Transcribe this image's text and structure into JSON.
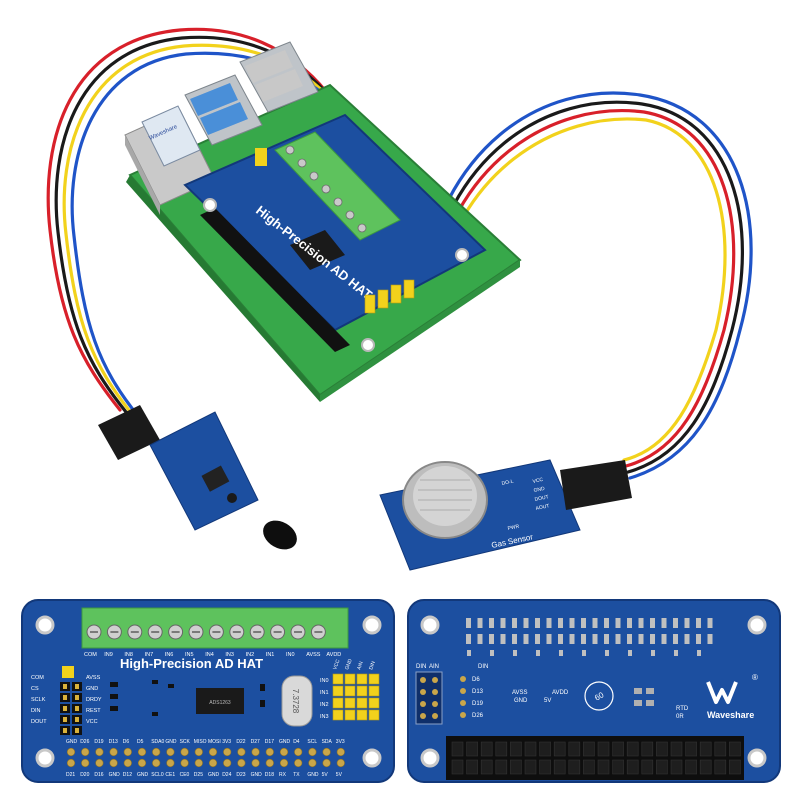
{
  "top_scene": {
    "sticker_text": "Waveshare",
    "board_title": "High-Precision AD HAT",
    "gas_sensor": {
      "label": "Gas Sensor",
      "pins": [
        "VCC",
        "GND",
        "DOUT",
        "AOUT"
      ],
      "leds": [
        "DO-L",
        "PWR"
      ]
    }
  },
  "front_board": {
    "title": "High-Precision AD HAT",
    "terminal_labels": [
      "COM",
      "IN9",
      "IN8",
      "IN7",
      "IN6",
      "IN5",
      "IN4",
      "IN3",
      "IN2",
      "IN1",
      "IN0",
      "AVSS",
      "AVDD"
    ],
    "left_header_labels": [
      "COM",
      "CS",
      "SCLK",
      "DIN",
      "DOUT"
    ],
    "left_header_labels_right": [
      "AVSS",
      "GND",
      "DRDY",
      "REST",
      "VCC"
    ],
    "right_header_labels": [
      "IN0",
      "IN1",
      "IN2",
      "IN3"
    ],
    "right_header_top_labels": [
      "VCC",
      "GND",
      "AIN",
      "DIN"
    ],
    "crystal_text": "7.3728",
    "chip_text": "ADS1263",
    "bottom_row_top": [
      "GND",
      "D26",
      "D19",
      "D13",
      "D6",
      "D5",
      "SDA0",
      "GND",
      "SCK",
      "MISO",
      "MOSI",
      "3V3",
      "D22",
      "D27",
      "D17",
      "GND",
      "D4",
      "SCL",
      "SDA",
      "3V3"
    ],
    "bottom_row_bottom": [
      "D21",
      "D20",
      "D16",
      "GND",
      "D12",
      "GND",
      "SCL0",
      "CE1",
      "CE0",
      "D25",
      "GND",
      "D24",
      "D23",
      "GND",
      "D18",
      "RX",
      "TX",
      "GND",
      "5V",
      "5V"
    ]
  },
  "back_board": {
    "header_labels": [
      "DIN",
      "AIN"
    ],
    "pin_labels": [
      "D6",
      "D13",
      "D19",
      "D26"
    ],
    "mid_labels": [
      "DIN",
      "AVSS",
      "GND",
      "5V",
      "AVDD"
    ],
    "jumper_labels": [
      "RTD",
      "0R"
    ],
    "circle_text": "60",
    "logo_text": "Waveshare",
    "registered": "®"
  },
  "colors": {
    "pcb_blue": "#1c4fa0",
    "pcb_green": "#37a84a",
    "terminal_green": "#5ec25d",
    "wire_red": "#d8202a",
    "wire_black": "#1a1a1a",
    "wire_yellow": "#f2d21c",
    "wire_blue": "#1f54c8"
  }
}
